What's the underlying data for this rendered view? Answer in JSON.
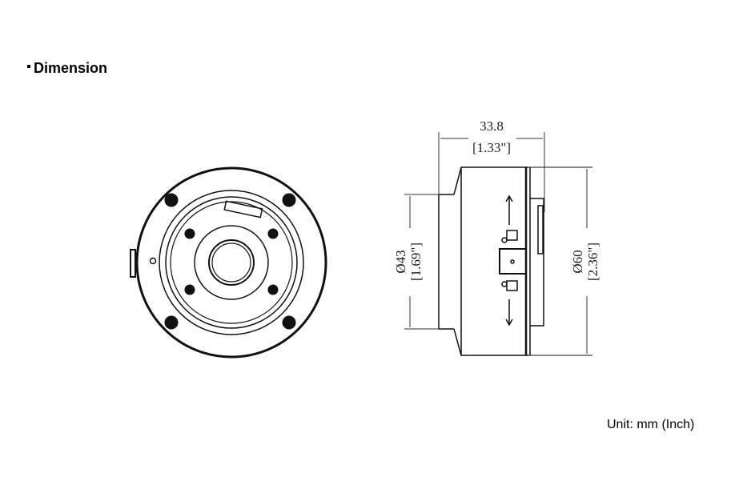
{
  "title": "Dimension",
  "unit_label": "Unit: mm (Inch)",
  "dimensions": {
    "length_mm": "33.8",
    "length_in": "[1.33\"]",
    "front_diameter_mm": "Ø43",
    "front_diameter_in": "[1.69\"]",
    "body_diameter_mm": "Ø60",
    "body_diameter_in": "[2.36\"]"
  }
}
